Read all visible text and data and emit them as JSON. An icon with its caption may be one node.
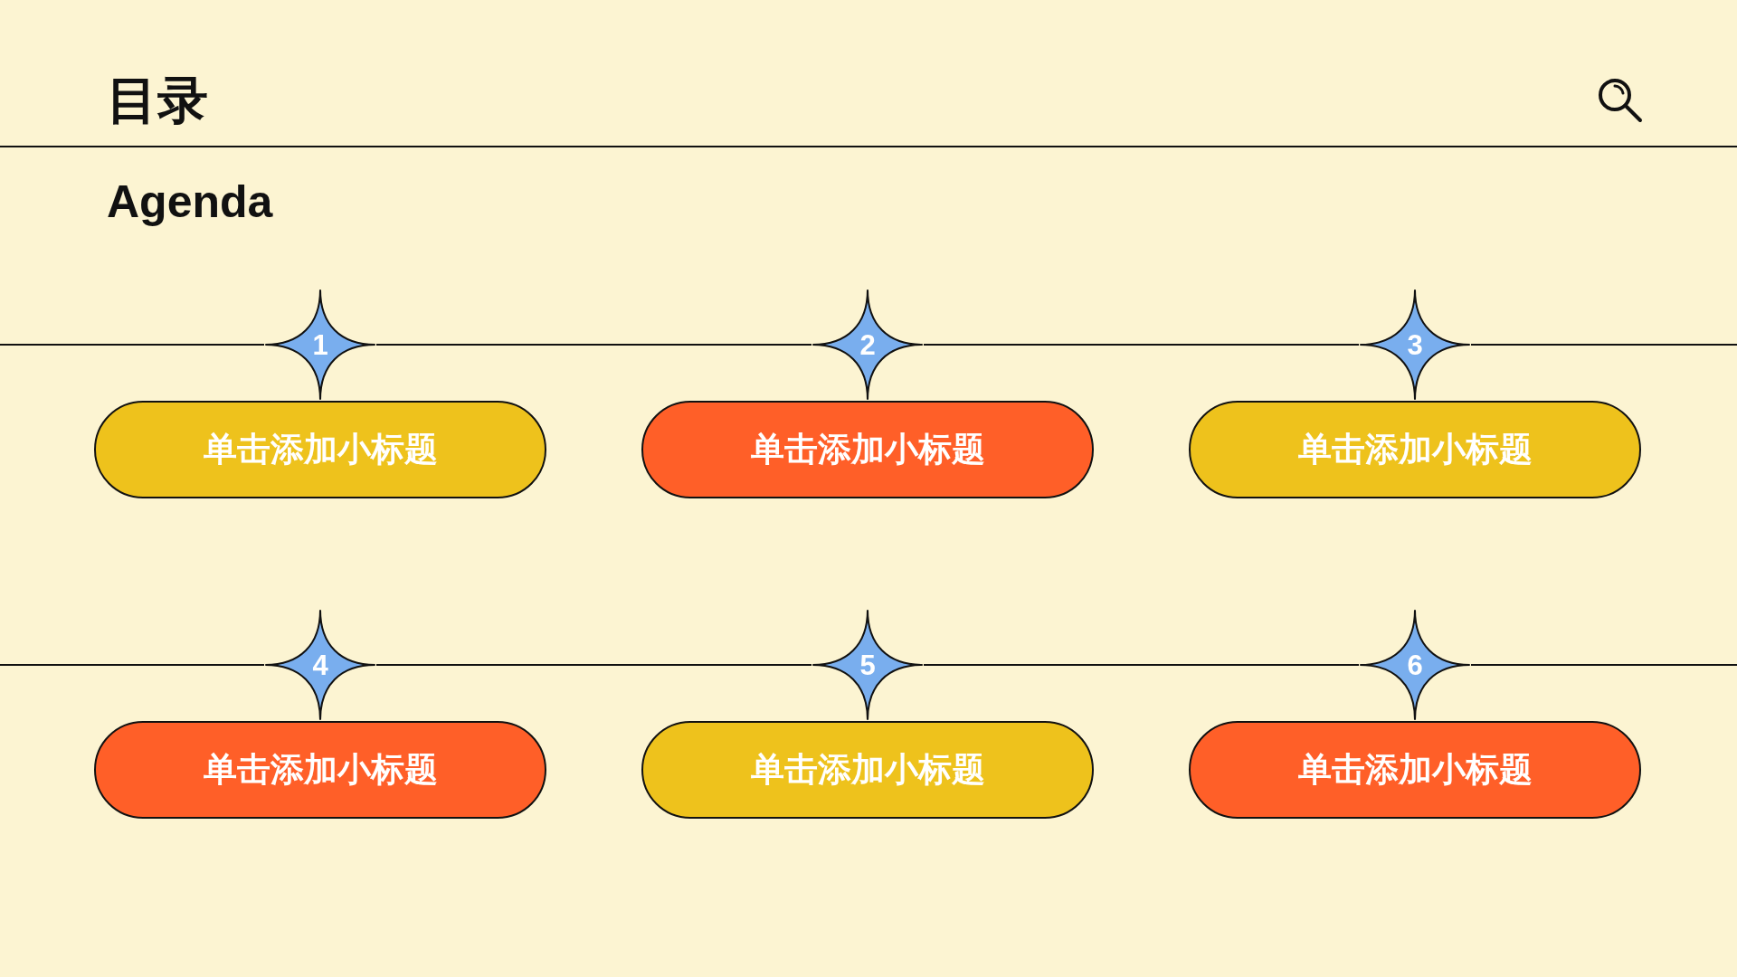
{
  "diagram": {
    "title": "目录",
    "nodes": [
      {
        "text": [
          "1"
        ]
      },
      {
        "text": [
          "2"
        ]
      },
      {
        "text": [
          "3"
        ]
      },
      {
        "text": [
          "单击添加小标题"
        ]
      },
      {
        "text": [
          "单击添加小标题"
        ]
      },
      {
        "text": [
          "单击添加小标题"
        ]
      },
      {
        "text": [
          "4"
        ]
      },
      {
        "text": [
          "5"
        ]
      },
      {
        "text": [
          "6"
        ]
      },
      {
        "text": [
          "单击添加小标题"
        ]
      },
      {
        "text": [
          "单击添加小标题"
        ]
      },
      {
        "text": [
          "单击添加小标题"
        ]
      }
    ],
    "edges": [
      {
        "from": null,
        "to": 0,
        "arrow": "none"
      },
      {
        "from": 0,
        "to": 1,
        "arrow": "none"
      },
      {
        "from": 1,
        "to": 2,
        "arrow": "none"
      },
      {
        "from": 2,
        "to": null,
        "arrow": "none"
      },
      {
        "from": null,
        "to": 6,
        "arrow": "none"
      },
      {
        "from": 6,
        "to": 7,
        "arrow": "none"
      },
      {
        "from": 7,
        "to": 8,
        "arrow": "none"
      },
      {
        "from": 8,
        "to": null,
        "arrow": "none"
      }
    ],
    "labels": [
      "Agenda"
    ]
  }
}
